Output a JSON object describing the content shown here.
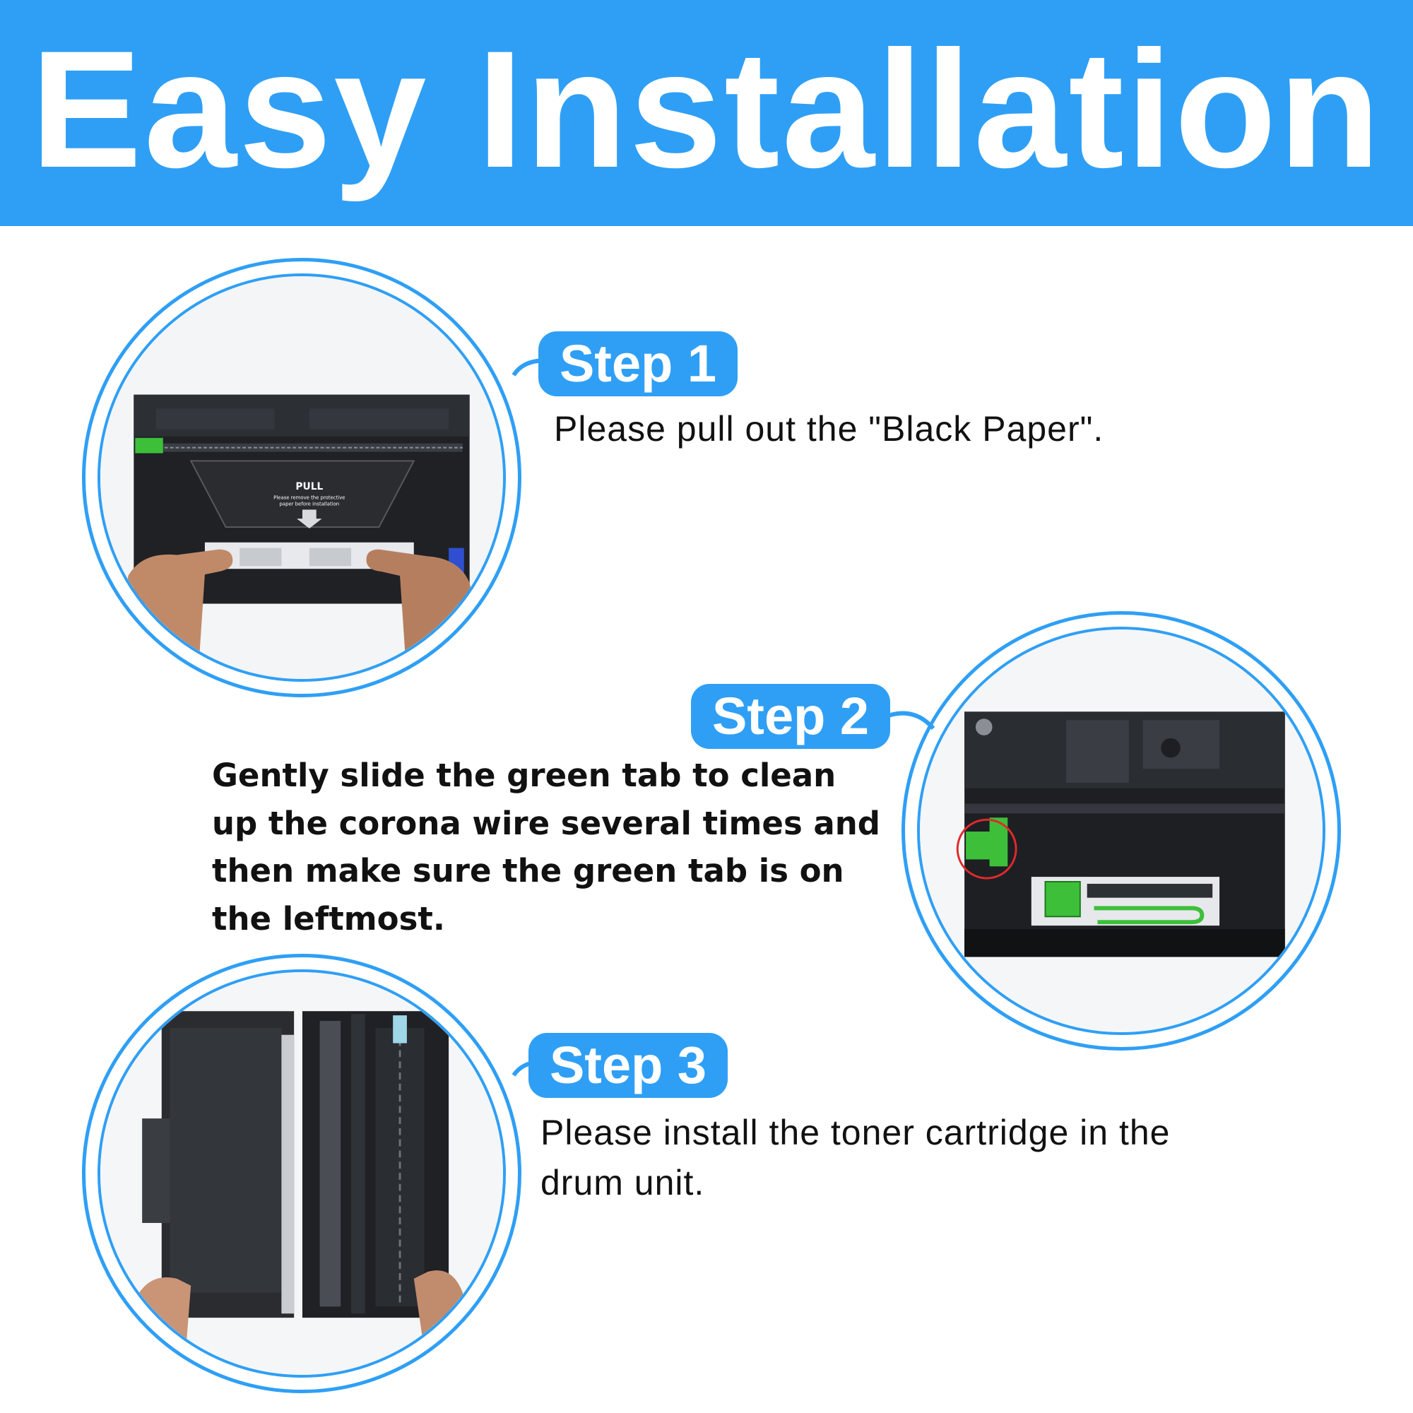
{
  "header": {
    "title": "Easy Installation",
    "background_color": "#2f9ff5"
  },
  "steps": [
    {
      "badge": "Step 1",
      "text": "Please pull out the \"Black Paper\".",
      "photo_label": "PULL",
      "photo_note_line1": "Please remove the protective",
      "photo_note_line2": "paper before installation"
    },
    {
      "badge": "Step 2",
      "text": "Gently slide the green tab to clean up the corona wire several times and then make sure the green tab is on the leftmost."
    },
    {
      "badge": "Step 3",
      "text": "Please install the toner cartridge in the drum unit."
    }
  ],
  "colors": {
    "accent": "#2f9ff5",
    "text": "#111111",
    "green_tab": "#3dbf3a"
  }
}
